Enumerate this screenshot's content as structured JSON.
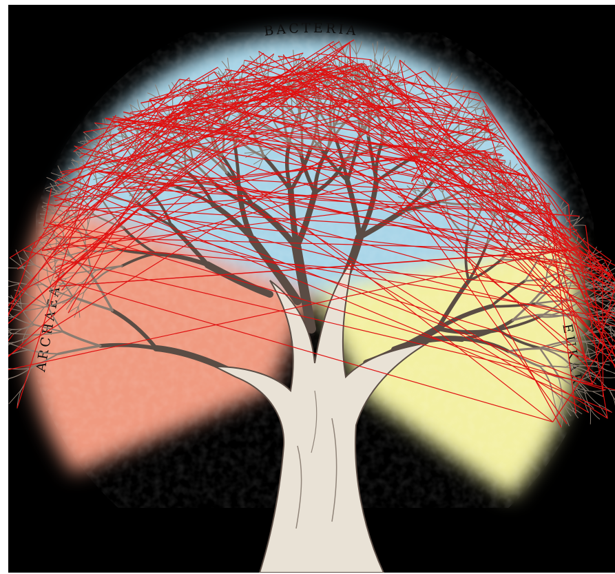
{
  "diagram": {
    "labels": {
      "bacteria": "BACTERIA",
      "archaea": "ARCHAEA",
      "eukarya": "EUKARYA"
    },
    "colors": {
      "background": "#000000",
      "bacteria_region": "#a9d5e8",
      "archaea_region": "#f09a80",
      "eukarya_region": "#f3f0a2",
      "tree_trunk": "#e9e2d6",
      "tree_outline": "#5a4c44",
      "gene_transfer_lines": "#e01010"
    }
  }
}
